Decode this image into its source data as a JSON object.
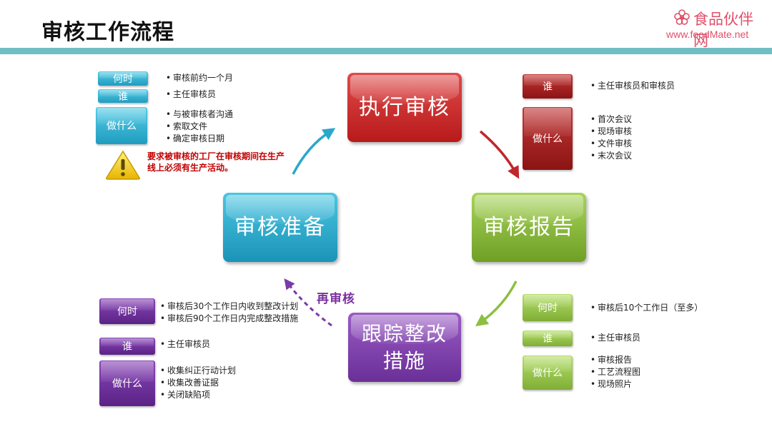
{
  "header": {
    "title": "审核工作流程",
    "logo_cn": "食品伙伴网",
    "logo_url": "www.foodMate.net"
  },
  "colors": {
    "exec": "#c0262b",
    "report": "#8cbf3f",
    "prep": "#2aa8cc",
    "track": "#7a3aa8",
    "accent_bar": "#6fbfc4",
    "warning_text": "#c00000"
  },
  "process": {
    "exec": "执行审核",
    "report": "审核报告",
    "prep": "审核准备",
    "track_line1": "跟踪整改",
    "track_line2": "措施",
    "rereview": "再审核"
  },
  "prep_details": {
    "when_label": "何时",
    "when_items": [
      "审核前约一个月"
    ],
    "who_label": "谁",
    "who_items": [
      "主任审核员"
    ],
    "what_label": "做什么",
    "what_items": [
      "与被审核者沟通",
      "索取文件",
      "确定审核日期"
    ],
    "warning": "要求被审核的工厂在审核期间在生产线上必须有生产活动。"
  },
  "exec_details": {
    "who_label": "谁",
    "who_items": [
      "主任审核员和审核员"
    ],
    "what_label": "做什么",
    "what_items": [
      "首次会议",
      "现场审核",
      "文件审核",
      "末次会议"
    ]
  },
  "report_details": {
    "when_label": "何时",
    "when_items": [
      "审核后10个工作日（至多）"
    ],
    "who_label": "谁",
    "who_items": [
      "主任审核员"
    ],
    "what_label": "做什么",
    "what_items": [
      "审核报告",
      "工艺流程图",
      "现场照片"
    ]
  },
  "track_details": {
    "when_label": "何时",
    "when_items": [
      "审核后30个工作日内收到整改计划",
      "审核后90个工作日内完成整改措施"
    ],
    "who_label": "谁",
    "who_items": [
      "主任审核员"
    ],
    "what_label": "做什么",
    "what_items": [
      "收集纠正行动计划",
      "收集改善证据",
      "关闭缺陷项"
    ]
  }
}
